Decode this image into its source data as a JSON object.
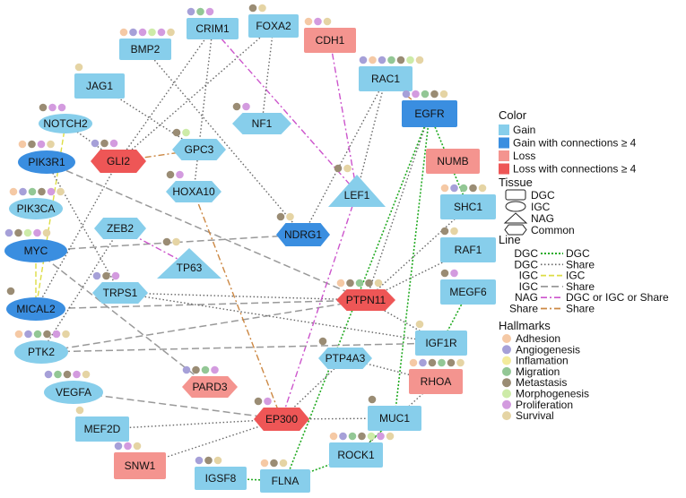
{
  "colors": {
    "gain": "#87CEEB",
    "gain_hub": "#3A8EE0",
    "loss": "#F4948F",
    "loss_hub": "#EE5656",
    "line_dgc": "#22AA22",
    "line_dgc_share": "#666666",
    "line_igc": "#DDDD44",
    "line_igc_share": "#999999",
    "line_nag": "#CC55CC",
    "line_share": "#CC8844"
  },
  "hallmark_colors": {
    "Adhesion": "#F5C9A5",
    "Angiogenesis": "#A6A0D8",
    "Inflamation": "#F3EB9C",
    "Migration": "#93C795",
    "Metastasis": "#9A8C74",
    "Morphogenesis": "#CDEBA8",
    "Proliferation": "#D39BDF",
    "Survival": "#E5D4A4"
  },
  "nodes": [
    {
      "id": "CRIM1",
      "status": "gain",
      "shape": "rect",
      "hallmarks": [
        "Angiogenesis",
        "Migration",
        "Proliferation"
      ]
    },
    {
      "id": "FOXA2",
      "status": "gain",
      "shape": "rect",
      "hallmarks": [
        "Metastasis",
        "Survival"
      ]
    },
    {
      "id": "BMP2",
      "status": "gain",
      "shape": "rect",
      "hallmarks": [
        "Adhesion",
        "Angiogenesis",
        "Proliferation",
        "Morphogenesis",
        "Proliferation",
        "Survival"
      ]
    },
    {
      "id": "CDH1",
      "status": "loss",
      "shape": "rect",
      "hallmarks": [
        "Adhesion",
        "Proliferation",
        "Survival"
      ]
    },
    {
      "id": "JAG1",
      "status": "gain",
      "shape": "rect",
      "hallmarks": [
        "Survival"
      ]
    },
    {
      "id": "RAC1",
      "status": "gain",
      "shape": "rect",
      "hallmarks": [
        "Angiogenesis",
        "Adhesion",
        "Angiogenesis",
        "Migration",
        "Metastasis",
        "Morphogenesis",
        "Survival"
      ]
    },
    {
      "id": "NOTCH2",
      "status": "gain",
      "shape": "ellipse",
      "hallmarks": [
        "Metastasis",
        "Proliferation",
        "Proliferation"
      ]
    },
    {
      "id": "NF1",
      "status": "gain",
      "shape": "hexagon",
      "hallmarks": [
        "Metastasis",
        "Proliferation"
      ]
    },
    {
      "id": "EGFR",
      "status": "gain_hub",
      "shape": "rect",
      "hallmarks": [
        "Angiogenesis",
        "Proliferation",
        "Migration",
        "Metastasis",
        "Survival"
      ]
    },
    {
      "id": "PIK3R1",
      "status": "gain_hub",
      "shape": "ellipse",
      "hallmarks": [
        "Adhesion",
        "Metastasis",
        "Proliferation",
        "Survival"
      ]
    },
    {
      "id": "GLI2",
      "status": "loss_hub",
      "shape": "hexagon",
      "hallmarks": [
        "Angiogenesis",
        "Metastasis",
        "Proliferation"
      ]
    },
    {
      "id": "GPC3",
      "status": "gain",
      "shape": "hexagon",
      "hallmarks": [
        "Metastasis",
        "Morphogenesis"
      ]
    },
    {
      "id": "NUMB",
      "status": "loss",
      "shape": "rect",
      "hallmarks": []
    },
    {
      "id": "PIK3CA",
      "status": "gain",
      "shape": "ellipse",
      "hallmarks": [
        "Adhesion",
        "Angiogenesis",
        "Migration",
        "Metastasis",
        "Proliferation",
        "Survival"
      ]
    },
    {
      "id": "HOXA10",
      "status": "gain",
      "shape": "hexagon",
      "hallmarks": [
        "Metastasis",
        "Proliferation"
      ]
    },
    {
      "id": "LEF1",
      "status": "gain",
      "shape": "triangle",
      "hallmarks": [
        "Metastasis",
        "Survival"
      ]
    },
    {
      "id": "SHC1",
      "status": "gain",
      "shape": "rect",
      "hallmarks": [
        "Adhesion",
        "Angiogenesis",
        "Migration",
        "Metastasis",
        "Survival"
      ]
    },
    {
      "id": "MYC",
      "status": "gain_hub",
      "shape": "ellipse",
      "hallmarks": [
        "Angiogenesis",
        "Metastasis",
        "Morphogenesis",
        "Proliferation",
        "Survival"
      ]
    },
    {
      "id": "ZEB2",
      "status": "gain",
      "shape": "hexagon",
      "hallmarks": []
    },
    {
      "id": "NDRG1",
      "status": "gain_hub",
      "shape": "hexagon",
      "hallmarks": [
        "Metastasis",
        "Survival"
      ]
    },
    {
      "id": "RAF1",
      "status": "gain",
      "shape": "rect",
      "hallmarks": [
        "Metastasis",
        "Survival"
      ]
    },
    {
      "id": "TP63",
      "status": "gain",
      "shape": "triangle",
      "hallmarks": [
        "Metastasis",
        "Survival"
      ]
    },
    {
      "id": "TRPS1",
      "status": "gain",
      "shape": "hexagon",
      "hallmarks": [
        "Angiogenesis",
        "Metastasis",
        "Proliferation"
      ]
    },
    {
      "id": "MEGF6",
      "status": "gain",
      "shape": "rect",
      "hallmarks": [
        "Metastasis",
        "Proliferation"
      ]
    },
    {
      "id": "PTPN11",
      "status": "loss_hub",
      "shape": "hexagon",
      "hallmarks": [
        "Adhesion",
        "Metastasis",
        "Migration",
        "Metastasis",
        "Survival"
      ]
    },
    {
      "id": "MICAL2",
      "status": "gain_hub",
      "shape": "ellipse",
      "hallmarks": [
        "Metastasis"
      ]
    },
    {
      "id": "IGF1R",
      "status": "gain",
      "shape": "rect",
      "hallmarks": [
        "Survival"
      ]
    },
    {
      "id": "PTK2",
      "status": "gain",
      "shape": "ellipse",
      "hallmarks": [
        "Adhesion",
        "Angiogenesis",
        "Migration",
        "Metastasis",
        "Proliferation",
        "Survival"
      ]
    },
    {
      "id": "PTP4A3",
      "status": "gain",
      "shape": "hexagon",
      "hallmarks": [
        "Metastasis"
      ]
    },
    {
      "id": "PARD3",
      "status": "loss",
      "shape": "hexagon",
      "hallmarks": [
        "Angiogenesis",
        "Metastasis",
        "Migration",
        "Proliferation"
      ]
    },
    {
      "id": "RHOA",
      "status": "loss",
      "shape": "rect",
      "hallmarks": [
        "Adhesion",
        "Angiogenesis",
        "Metastasis",
        "Migration",
        "Metastasis",
        "Survival"
      ]
    },
    {
      "id": "VEGFA",
      "status": "gain",
      "shape": "ellipse",
      "hallmarks": [
        "Angiogenesis",
        "Migration",
        "Metastasis",
        "Proliferation",
        "Survival"
      ]
    },
    {
      "id": "EP300",
      "status": "loss_hub",
      "shape": "hexagon",
      "hallmarks": [
        "Metastasis",
        "Proliferation"
      ]
    },
    {
      "id": "MEF2D",
      "status": "gain",
      "shape": "rect",
      "hallmarks": [
        "Survival"
      ]
    },
    {
      "id": "MUC1",
      "status": "gain",
      "shape": "rect",
      "hallmarks": [
        "Metastasis"
      ]
    },
    {
      "id": "SNW1",
      "status": "loss",
      "shape": "rect",
      "hallmarks": [
        "Angiogenesis",
        "Proliferation",
        "Survival"
      ]
    },
    {
      "id": "ROCK1",
      "status": "gain",
      "shape": "rect",
      "hallmarks": [
        "Adhesion",
        "Angiogenesis",
        "Migration",
        "Metastasis",
        "Morphogenesis",
        "Proliferation",
        "Survival"
      ]
    },
    {
      "id": "IGSF8",
      "status": "gain",
      "shape": "rect",
      "hallmarks": [
        "Angiogenesis",
        "Metastasis",
        "Survival"
      ]
    },
    {
      "id": "FLNA",
      "status": "gain",
      "shape": "rect",
      "hallmarks": [
        "Adhesion",
        "Metastasis",
        "Survival"
      ]
    }
  ],
  "edges": [
    {
      "source": "EGFR",
      "target": "SHC1",
      "type": "dgc"
    },
    {
      "source": "EGFR",
      "target": "MUC1",
      "type": "dgc"
    },
    {
      "source": "EGFR",
      "target": "PTPN11",
      "type": "dgc_share"
    },
    {
      "source": "EGFR",
      "target": "FLNA",
      "type": "dgc"
    },
    {
      "source": "RAC1",
      "target": "EGFR",
      "type": "share"
    },
    {
      "source": "RAC1",
      "target": "NDRG1",
      "type": "dgc_share"
    },
    {
      "source": "RAC1",
      "target": "LEF1",
      "type": "dgc_share"
    },
    {
      "source": "RAF1",
      "target": "PTPN11",
      "type": "dgc_share"
    },
    {
      "source": "SHC1",
      "target": "PTPN11",
      "type": "dgc_share"
    },
    {
      "source": "MEGF6",
      "target": "IGF1R",
      "type": "dgc"
    },
    {
      "source": "PTPN11",
      "target": "TRPS1",
      "type": "dgc_share"
    },
    {
      "source": "PTPN11",
      "target": "PTK2",
      "type": "igc_share"
    },
    {
      "source": "PTPN11",
      "target": "MICAL2",
      "type": "igc_share"
    },
    {
      "source": "PTPN11",
      "target": "IGF1R",
      "type": "dgc_share"
    },
    {
      "source": "PIK3R1",
      "target": "PTPN11",
      "type": "igc_share"
    },
    {
      "source": "MYC",
      "target": "NDRG1",
      "type": "igc_share"
    },
    {
      "source": "NOTCH2",
      "target": "MICAL2",
      "type": "igc"
    },
    {
      "source": "NOTCH2",
      "target": "GLI2",
      "type": "dgc_share"
    },
    {
      "source": "GLI2",
      "target": "GPC3",
      "type": "share"
    },
    {
      "source": "GLI2",
      "target": "CRIM1",
      "type": "dgc_share"
    },
    {
      "source": "GLI2",
      "target": "MICAL2",
      "type": "dgc_share"
    },
    {
      "source": "GLI2",
      "target": "FOXA2",
      "type": "dgc_share"
    },
    {
      "source": "JAG1",
      "target": "GPC3",
      "type": "dgc_share"
    },
    {
      "source": "BMP2",
      "target": "NDRG1",
      "type": "dgc_share"
    },
    {
      "source": "CRIM1",
      "target": "LEF1",
      "type": "nag"
    },
    {
      "source": "CRIM1",
      "target": "HOXA10",
      "type": "dgc_share"
    },
    {
      "source": "FOXA2",
      "target": "NF1",
      "type": "dgc_share"
    },
    {
      "source": "CDH1",
      "target": "LEF1",
      "type": "nag"
    },
    {
      "source": "LEF1",
      "target": "EP300",
      "type": "nag"
    },
    {
      "source": "HOXA10",
      "target": "EP300",
      "type": "share"
    },
    {
      "source": "ZEB2",
      "target": "TP63",
      "type": "nag"
    },
    {
      "source": "ZEB2",
      "target": "PTK2",
      "type": "dgc_share"
    },
    {
      "source": "TRPS1",
      "target": "PIK3R1",
      "type": "dgc_share"
    },
    {
      "source": "TRPS1",
      "target": "IGF1R",
      "type": "dgc_share"
    },
    {
      "source": "PTK2",
      "target": "IGF1R",
      "type": "igc_share"
    },
    {
      "source": "MYC",
      "target": "PARD3",
      "type": "igc_share"
    },
    {
      "source": "VEGFA",
      "target": "EP300",
      "type": "igc_share"
    },
    {
      "source": "EP300",
      "target": "MUC1",
      "type": "dgc_share"
    },
    {
      "source": "EP300",
      "target": "MEF2D",
      "type": "dgc_share"
    },
    {
      "source": "EP300",
      "target": "SNW1",
      "type": "dgc_share"
    },
    {
      "source": "EP300",
      "target": "PTP4A3",
      "type": "dgc_share"
    },
    {
      "source": "PTP4A3",
      "target": "RHOA",
      "type": "dgc_share"
    },
    {
      "source": "ROCK1",
      "target": "RHOA",
      "type": "dgc_share"
    },
    {
      "source": "MUC1",
      "target": "ROCK1",
      "type": "dgc"
    },
    {
      "source": "FLNA",
      "target": "IGSF8",
      "type": "dgc"
    },
    {
      "source": "FLNA",
      "target": "ROCK1",
      "type": "dgc"
    },
    {
      "source": "MICAL2",
      "target": "MYC",
      "type": "igc"
    }
  ],
  "legend": {
    "color_title": "Color",
    "color_items": [
      {
        "label": "Gain",
        "color": "gain"
      },
      {
        "label": "Gain with connections ≥ 4",
        "color": "gain_hub"
      },
      {
        "label": "Loss",
        "color": "loss"
      },
      {
        "label": "Loss with connections ≥ 4",
        "color": "loss_hub"
      }
    ],
    "tissue_title": "Tissue",
    "tissue_items": [
      {
        "label": "DGC",
        "shape": "rect"
      },
      {
        "label": "IGC",
        "shape": "ellipse"
      },
      {
        "label": "NAG",
        "shape": "triangle"
      },
      {
        "label": "Common",
        "shape": "hexagon"
      }
    ],
    "line_title": "Line",
    "line_items": [
      {
        "left": "DGC",
        "right": "DGC",
        "type": "dgc"
      },
      {
        "left": "DGC",
        "right": "Share",
        "type": "dgc_share"
      },
      {
        "left": "IGC",
        "right": "IGC",
        "type": "igc"
      },
      {
        "left": "IGC",
        "right": "Share",
        "type": "igc_share"
      },
      {
        "left": "NAG",
        "right": "DGC or IGC or Share",
        "type": "nag"
      },
      {
        "left": "Share",
        "right": "Share",
        "type": "share"
      }
    ],
    "hallmarks_title": "Hallmarks",
    "hallmarks_items": [
      "Adhesion",
      "Angiogenesis",
      "Inflamation",
      "Migration",
      "Metastasis",
      "Morphogenesis",
      "Proliferation",
      "Survival"
    ]
  }
}
